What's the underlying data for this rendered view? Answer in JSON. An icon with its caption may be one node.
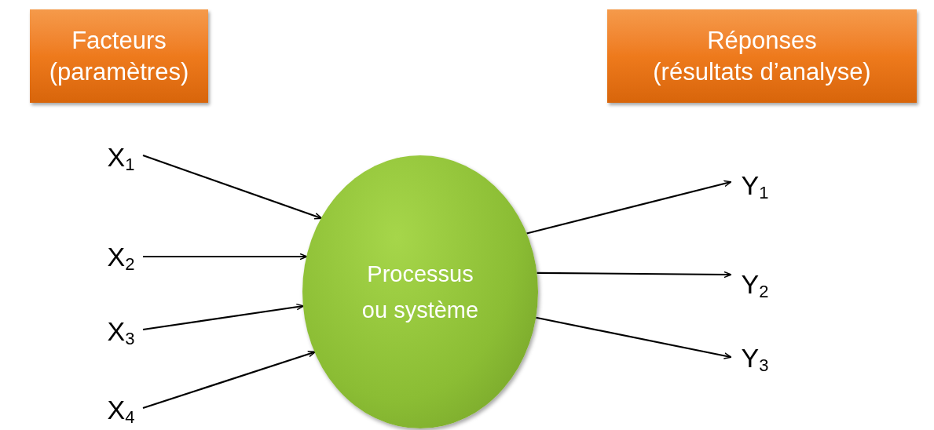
{
  "diagram": {
    "nodes": [
      {
        "text": [
          "Facteurs",
          "(paramètres)"
        ]
      },
      {
        "text": [
          "Réponses",
          "(résultats d’analyse)"
        ]
      },
      {
        "text": [
          "X$_{1}$"
        ]
      },
      {
        "text": [
          "X$_{2}$"
        ]
      },
      {
        "text": [
          "X$_{3}$"
        ]
      },
      {
        "text": [
          "X$_{4}$"
        ]
      },
      {
        "text": [
          "Processus ou système"
        ]
      },
      {
        "text": [
          "Y$_{1}$"
        ]
      },
      {
        "text": [
          "Y$_{2}$"
        ]
      },
      {
        "text": [
          "Y$_{3}$"
        ]
      }
    ],
    "edges": [
      {
        "from": 2,
        "to": 6,
        "arrow": "to"
      },
      {
        "from": 3,
        "to": 6,
        "arrow": "to"
      },
      {
        "from": 4,
        "to": 6,
        "arrow": "to"
      },
      {
        "from": 5,
        "to": 6,
        "arrow": "to"
      },
      {
        "from": 6,
        "to": 7,
        "arrow": "to"
      },
      {
        "from": 6,
        "to": 8,
        "arrow": "to"
      },
      {
        "from": 6,
        "to": 9,
        "arrow": "to"
      }
    ]
  }
}
